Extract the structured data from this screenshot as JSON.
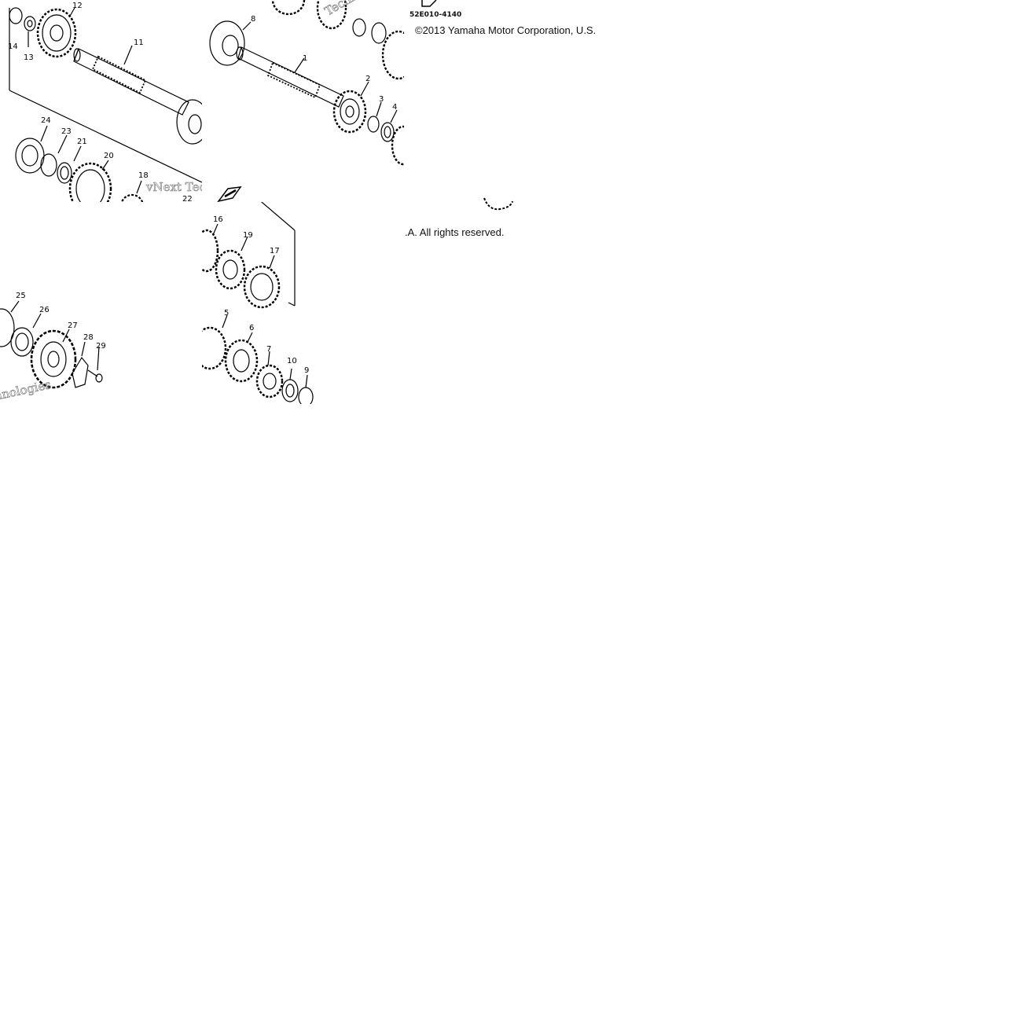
{
  "diagram": {
    "code": "52E010-4140",
    "copyright_line1": "©2013 Yamaha Motor Corporation, U.S.",
    "copyright_line2": ".A. All rights reserved.",
    "part_numbers": {
      "tile_a": [
        "12",
        "14",
        "13",
        "11",
        "24",
        "23",
        "21",
        "20",
        "18",
        "22"
      ],
      "tile_b": [
        "8",
        "1",
        "2",
        "3",
        "4"
      ],
      "tile_c": [
        "25",
        "26",
        "27",
        "28",
        "29"
      ],
      "tile_d": [
        "16",
        "19",
        "17",
        "5",
        "6",
        "7",
        "10",
        "9"
      ]
    },
    "watermark": {
      "text_a": "vNext Tec",
      "text_b": "Technologies",
      "text_c": "hnologies"
    },
    "colors": {
      "line": "#000000",
      "watermark": "#777777",
      "background": "#ffffff"
    }
  }
}
